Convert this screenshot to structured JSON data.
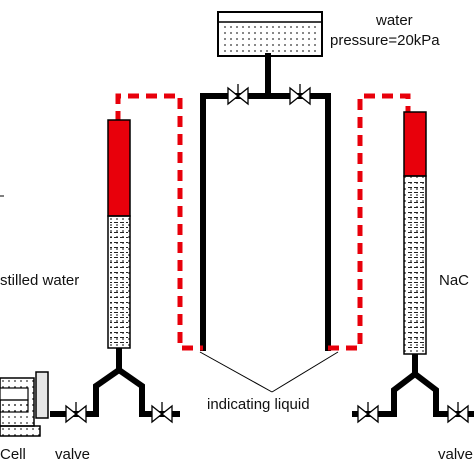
{
  "labels": {
    "water": "water",
    "pressure": "pressure=20kPa",
    "distilled_water": "stilled water",
    "nacl": "NaC",
    "indicating_liquid": "indicating liquid",
    "valve_left": "valve",
    "valve_right": "valve",
    "cell": "Cell"
  },
  "colors": {
    "pipe": "#000000",
    "tube_outline": "#000000",
    "indicator_red": "#e8000b",
    "dashed_red": "#e8000b",
    "tank_fill": "#ffffff",
    "valve_fill": "#ffffff"
  },
  "icons": {
    "valve": "valve-icon",
    "cell": "cell-icon",
    "tank": "water-tank-icon"
  }
}
